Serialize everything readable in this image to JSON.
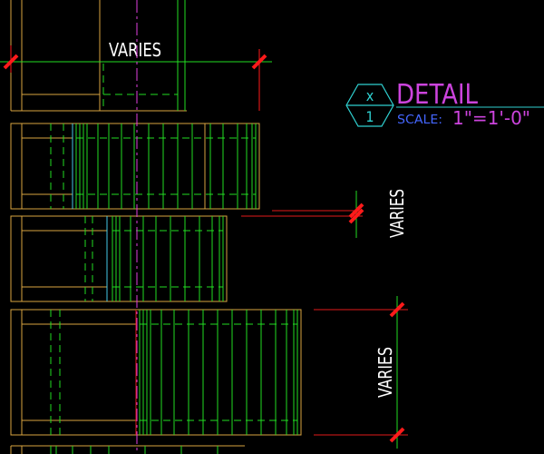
{
  "dimensions": {
    "top": "VARIES",
    "right_upper": "VARIES",
    "right_lower": "VARIES"
  },
  "detail_callout": {
    "number": "x",
    "sheet": "1",
    "title": "DETAIL",
    "scale_label": "SCALE:",
    "scale_value": "1\"=1'-0\""
  },
  "colors": {
    "background": "#000000",
    "frame": "#d9a441",
    "hatch": "#22dd22",
    "hatch_light": "#9cff6a",
    "dimension_line": "#22dd22",
    "dimension_tick": "#ff1a1a",
    "cut_line": "#e21a1a",
    "centerline": "#e040e0",
    "accent_cyan": "#45c9e8",
    "callout_hex": "#2fd0d0",
    "title": "#cc44dd",
    "scale_label": "#4466ff",
    "dim_text": "#ffffff"
  }
}
